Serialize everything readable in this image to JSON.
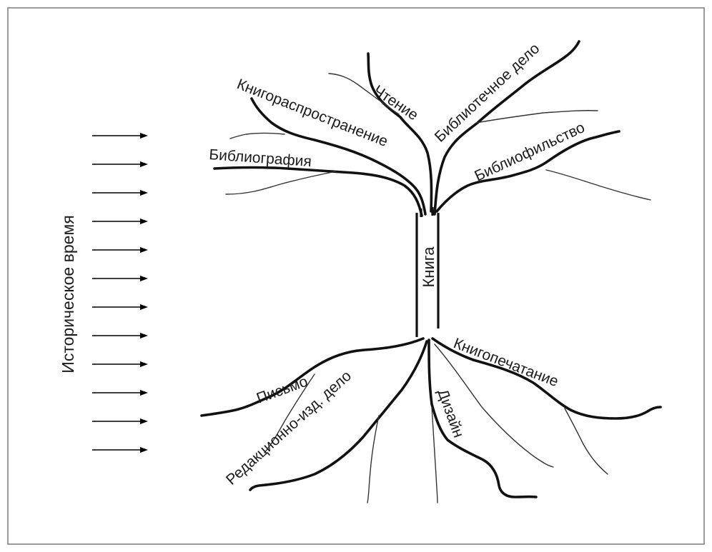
{
  "time_axis": {
    "label": "Историческое время",
    "arrow_count": 12
  },
  "trunk": {
    "label": "Книга"
  },
  "upper_branches": [
    {
      "key": "reading",
      "label": "Чтение"
    },
    {
      "key": "library",
      "label": "Библиотечное дело"
    },
    {
      "key": "bibliophily",
      "label": "Библиофильство"
    },
    {
      "key": "distribution",
      "label": "Книгораспространение"
    },
    {
      "key": "bibliography",
      "label": "Библиография"
    }
  ],
  "lower_roots": [
    {
      "key": "writing",
      "label": "Письмо"
    },
    {
      "key": "editorial",
      "label": "Редакционно-изд. дело"
    },
    {
      "key": "design",
      "label": "Дизайн"
    },
    {
      "key": "printing",
      "label": "Книгопечатание"
    }
  ],
  "colors": {
    "stroke": "#111111",
    "thin_stroke": "#333333",
    "frame": "#7a7a7a",
    "background": "#ffffff"
  }
}
